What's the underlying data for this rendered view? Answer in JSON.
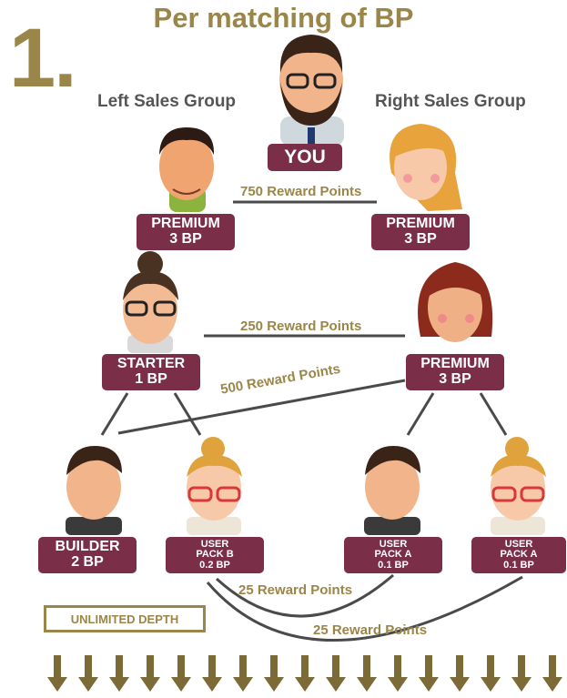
{
  "step_number": "1.",
  "title": "Per matching of BP",
  "groups": {
    "left": "Left Sales Group",
    "right": "Right Sales Group"
  },
  "you": {
    "label": "YOU"
  },
  "nodes": {
    "lvl1_left": {
      "name": "PREMIUM",
      "bp": "3 BP"
    },
    "lvl1_right": {
      "name": "PREMIUM",
      "bp": "3 BP"
    },
    "lvl2_left": {
      "name": "STARTER",
      "bp": "1 BP"
    },
    "lvl2_right": {
      "name": "PREMIUM",
      "bp": "3 BP"
    },
    "lvl3_a": {
      "name": "BUILDER",
      "bp": "2 BP"
    },
    "lvl3_b": {
      "name1": "USER",
      "name2": "PACK B",
      "bp": "0.2 BP"
    },
    "lvl3_c": {
      "name1": "USER",
      "name2": "PACK A",
      "bp": "0.1 BP"
    },
    "lvl3_d": {
      "name1": "USER",
      "name2": "PACK A",
      "bp": "0.1 BP"
    }
  },
  "rewards": {
    "r750": "750 Reward Points",
    "r250": "250 Reward Points",
    "r500": "500 Reward Points",
    "r25a": "25 Reward Points",
    "r25b": "25 Reward Points"
  },
  "unlimited_depth": "UNLIMITED DEPTH",
  "colors": {
    "gold": "#9b8649",
    "badge": "#7a2e47",
    "line": "#4a4a4a"
  }
}
